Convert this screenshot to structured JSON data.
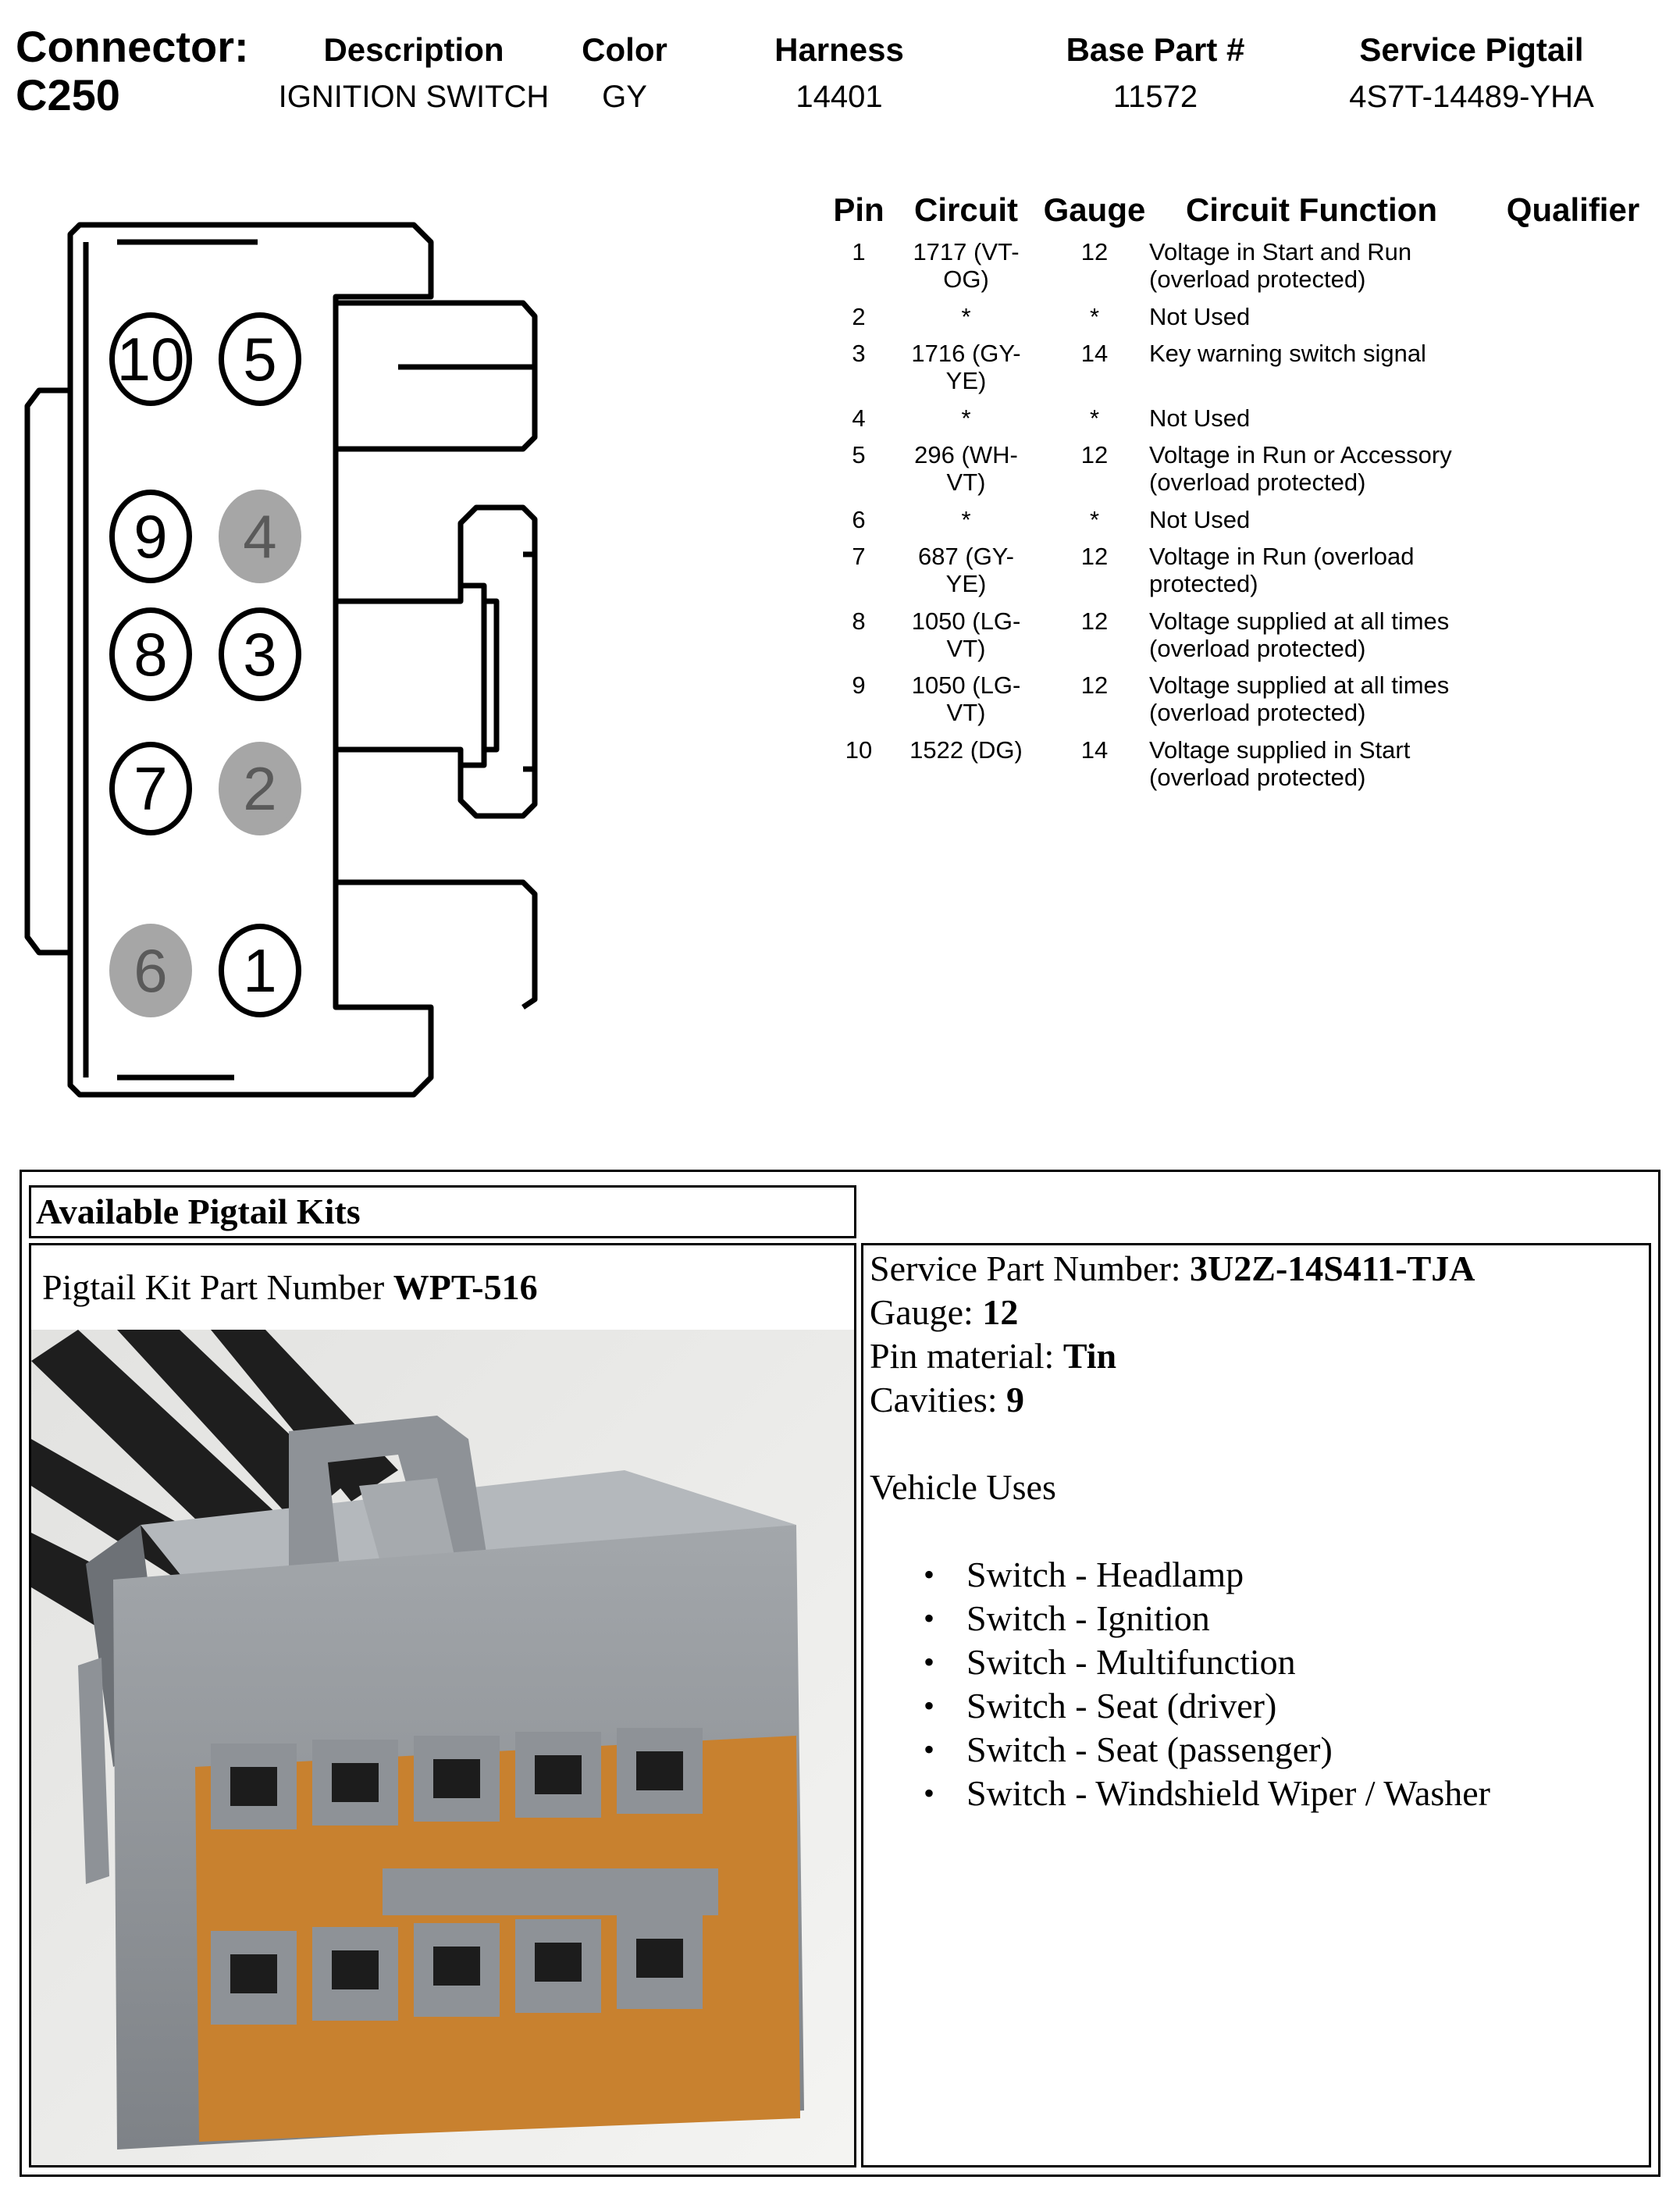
{
  "header": {
    "connector_label": "Connector:",
    "connector_id": "C250",
    "columns": [
      {
        "label": "Description",
        "value": "IGNITION SWITCH"
      },
      {
        "label": "Color",
        "value": "GY"
      },
      {
        "label": "Harness",
        "value": "14401"
      },
      {
        "label": "Base Part #",
        "value": "11572"
      },
      {
        "label": "Service Pigtail",
        "value": "4S7T-14489-YHA"
      }
    ]
  },
  "pin_table": {
    "headers": {
      "pin": "Pin",
      "circuit": "Circuit",
      "gauge": "Gauge",
      "function": "Circuit Function",
      "qualifier": "Qualifier"
    },
    "rows": [
      {
        "pin": "1",
        "circuit": [
          "1717 (VT-",
          "OG)"
        ],
        "gauge": "12",
        "function": [
          "Voltage in Start and Run",
          "(overload protected)"
        ]
      },
      {
        "pin": "2",
        "circuit": [
          "*"
        ],
        "gauge": "*",
        "function": [
          "Not Used"
        ]
      },
      {
        "pin": "3",
        "circuit": [
          "1716 (GY-",
          "YE)"
        ],
        "gauge": "14",
        "function": [
          "Key warning switch signal"
        ]
      },
      {
        "pin": "4",
        "circuit": [
          "*"
        ],
        "gauge": "*",
        "function": [
          "Not Used"
        ]
      },
      {
        "pin": "5",
        "circuit": [
          "296 (WH-",
          "VT)"
        ],
        "gauge": "12",
        "function": [
          "Voltage in Run or Accessory",
          "(overload protected)"
        ]
      },
      {
        "pin": "6",
        "circuit": [
          "*"
        ],
        "gauge": "*",
        "function": [
          "Not Used"
        ]
      },
      {
        "pin": "7",
        "circuit": [
          "687 (GY-",
          "YE)"
        ],
        "gauge": "12",
        "function": [
          "Voltage in Run (overload",
          "protected)"
        ]
      },
      {
        "pin": "8",
        "circuit": [
          "1050 (LG-",
          "VT)"
        ],
        "gauge": "12",
        "function": [
          "Voltage supplied at all times",
          "(overload protected)"
        ]
      },
      {
        "pin": "9",
        "circuit": [
          "1050 (LG-",
          "VT)"
        ],
        "gauge": "12",
        "function": [
          "Voltage supplied at all times",
          "(overload protected)"
        ]
      },
      {
        "pin": "10",
        "circuit": [
          "1522 (DG)"
        ],
        "gauge": "14",
        "function": [
          "Voltage supplied in Start",
          "(overload protected)"
        ]
      }
    ]
  },
  "connector_diagram": {
    "pins": [
      {
        "label": "10",
        "used": true
      },
      {
        "label": "5",
        "used": true
      },
      {
        "label": "9",
        "used": true
      },
      {
        "label": "4",
        "used": false
      },
      {
        "label": "8",
        "used": true
      },
      {
        "label": "3",
        "used": true
      },
      {
        "label": "7",
        "used": true
      },
      {
        "label": "2",
        "used": false
      },
      {
        "label": "6",
        "used": false
      },
      {
        "label": "1",
        "used": true
      }
    ],
    "colors": {
      "used_fill": "#ffffff",
      "unused_fill": "#a6a6a6",
      "unused_text": "#5a5a5a"
    }
  },
  "pigtail_kits": {
    "title": "Available Pigtail Kits",
    "kit_label": "Pigtail Kit Part Number",
    "kit_number": "WPT-516",
    "details": [
      {
        "label": "Service Part Number:",
        "value": "3U2Z-14S411-TJA"
      },
      {
        "label": "Gauge:",
        "value": "12"
      },
      {
        "label": "Pin material:",
        "value": "Tin"
      },
      {
        "label": "Cavities:",
        "value": "9"
      }
    ],
    "vehicle_uses_title": "Vehicle Uses",
    "vehicle_uses": [
      "Switch - Headlamp",
      "Switch - Ignition",
      "Switch - Multifunction",
      "Switch - Seat (driver)",
      "Switch - Seat (passenger)",
      "Switch - Windshield Wiper / Washer"
    ],
    "photo_colors": {
      "housing": "#8e9297",
      "housing_light": "#b4b8bc",
      "lock": "#c8812f",
      "wire": "#1e1e1e"
    }
  }
}
